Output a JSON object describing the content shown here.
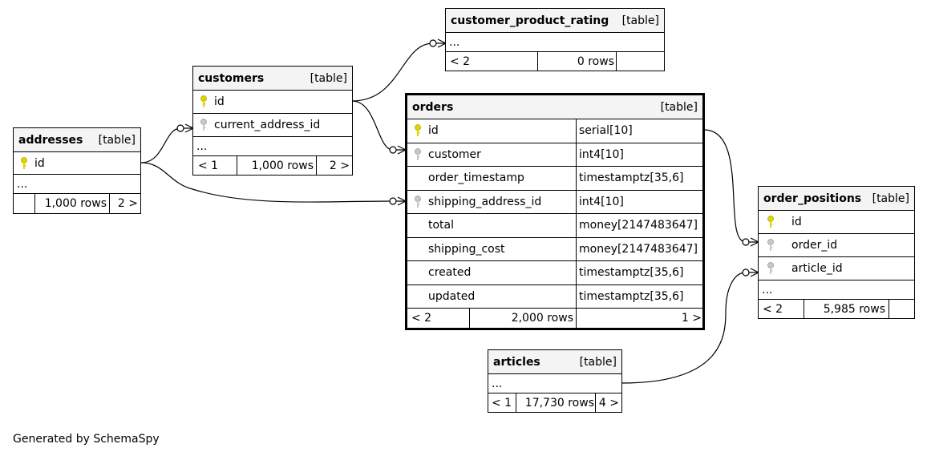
{
  "footer_text": "Generated by SchemaSpy",
  "colors": {
    "primary_key": "#e0d400",
    "foreign_key": "#b8b8b8",
    "header_bg": "#f4f4f4"
  },
  "tables": {
    "customer_product_rating": {
      "name": "customer_product_rating",
      "type": "[table]",
      "ellipsis": "...",
      "footer": {
        "parents": "< 2",
        "rows": "0 rows",
        "children": ""
      }
    },
    "customers": {
      "name": "customers",
      "type": "[table]",
      "columns": [
        {
          "name": "id",
          "key": "primary"
        },
        {
          "name": "current_address_id",
          "key": "foreign"
        }
      ],
      "ellipsis": "...",
      "footer": {
        "parents": "< 1",
        "rows": "1,000 rows",
        "children": "2 >"
      }
    },
    "addresses": {
      "name": "addresses",
      "type": "[table]",
      "columns": [
        {
          "name": "id",
          "key": "primary"
        }
      ],
      "ellipsis": "...",
      "footer": {
        "parents": "",
        "rows": "1,000 rows",
        "children": "2 >"
      }
    },
    "orders": {
      "name": "orders",
      "type": "[table]",
      "columns": [
        {
          "name": "id",
          "type": "serial[10]",
          "key": "primary"
        },
        {
          "name": "customer",
          "type": "int4[10]",
          "key": "foreign"
        },
        {
          "name": "order_timestamp",
          "type": "timestamptz[35,6]",
          "key": ""
        },
        {
          "name": "shipping_address_id",
          "type": "int4[10]",
          "key": "foreign"
        },
        {
          "name": "total",
          "type": "money[2147483647]",
          "key": ""
        },
        {
          "name": "shipping_cost",
          "type": "money[2147483647]",
          "key": ""
        },
        {
          "name": "created",
          "type": "timestamptz[35,6]",
          "key": ""
        },
        {
          "name": "updated",
          "type": "timestamptz[35,6]",
          "key": ""
        }
      ],
      "footer": {
        "parents": "< 2",
        "rows": "2,000 rows",
        "children": "1 >"
      }
    },
    "order_positions": {
      "name": "order_positions",
      "type": "[table]",
      "columns": [
        {
          "name": "id",
          "key": "primary"
        },
        {
          "name": "order_id",
          "key": "foreign"
        },
        {
          "name": "article_id",
          "key": "foreign"
        }
      ],
      "ellipsis": "...",
      "footer": {
        "parents": "< 2",
        "rows": "5,985 rows",
        "children": ""
      }
    },
    "articles": {
      "name": "articles",
      "type": "[table]",
      "ellipsis": "...",
      "footer": {
        "parents": "< 1",
        "rows": "17,730 rows",
        "children": "4 >"
      }
    }
  }
}
